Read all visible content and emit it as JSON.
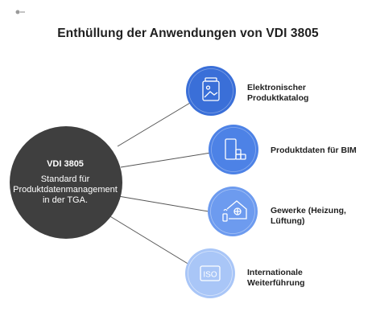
{
  "title": "Enthüllung der Anwendungen von VDI 3805",
  "center": {
    "heading": "VDI 3805",
    "description": "Standard für Produktdatenmanagement in der TGA."
  },
  "nodes": [
    {
      "label": "Elektronischer\nProduktkatalog",
      "icon": "image-catalog-icon",
      "color": "#3a6fd8"
    },
    {
      "label": "Produktdaten für BIM",
      "icon": "building-blocks-icon",
      "color": "#4d82e6"
    },
    {
      "label": "Gewerke (Heizung,\nLüftung)",
      "icon": "house-fan-icon",
      "color": "#6d9bef"
    },
    {
      "label": "Internationale\nWeiterführung",
      "icon": "iso-icon",
      "color": "#a9c6f7"
    }
  ],
  "colors": {
    "center_circle": "#3f3f3f",
    "connector": "#555555"
  }
}
